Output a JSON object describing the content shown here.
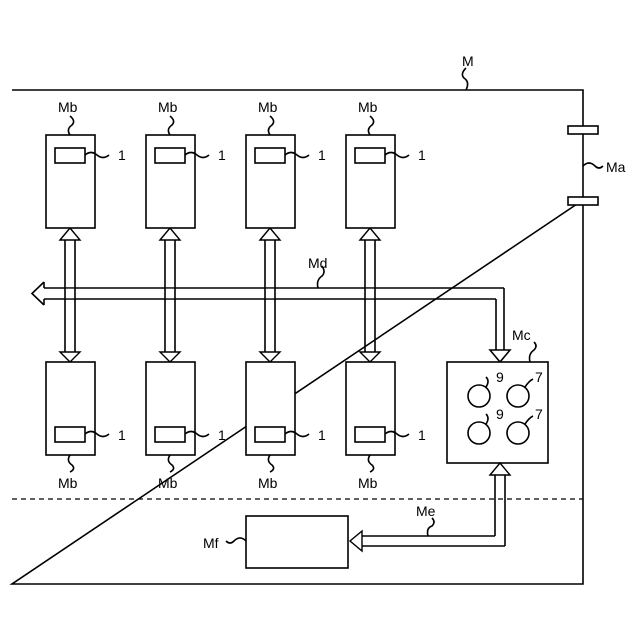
{
  "labels": {
    "system": "M",
    "opening": "Ma",
    "module": "Mb",
    "component": "1",
    "bus": "Md",
    "unit": "Mc",
    "unit_item_a": "9",
    "unit_item_b": "7",
    "link": "Me",
    "external": "Mf"
  }
}
